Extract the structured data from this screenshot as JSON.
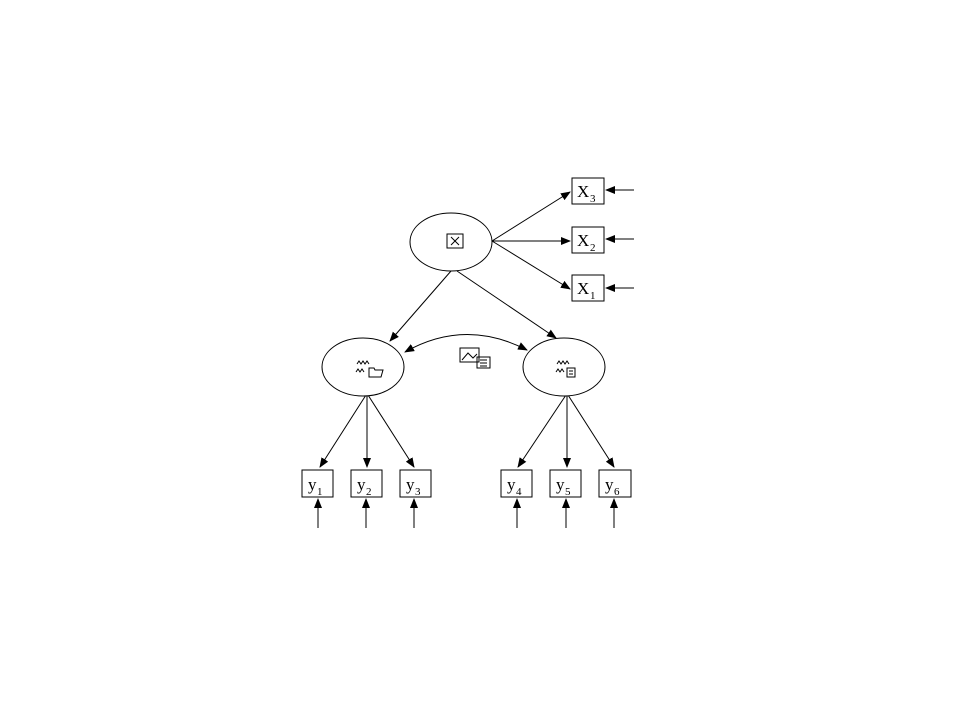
{
  "colors": {
    "stroke": "#000000",
    "background": "#ffffff"
  },
  "observed": {
    "x3": {
      "base": "X",
      "sub": "3"
    },
    "x2": {
      "base": "X",
      "sub": "2"
    },
    "x1": {
      "base": "X",
      "sub": "1"
    },
    "y1": {
      "base": "y",
      "sub": "1"
    },
    "y2": {
      "base": "y",
      "sub": "2"
    },
    "y3": {
      "base": "y",
      "sub": "3"
    },
    "y4": {
      "base": "y",
      "sub": "4"
    },
    "y5": {
      "base": "y",
      "sub": "5"
    },
    "y6": {
      "base": "y",
      "sub": "6"
    }
  },
  "latent": {
    "top": {
      "icon": "checkbox-x-icon"
    },
    "left": {
      "icon": "wave-folder-icon"
    },
    "right": {
      "icon": "wave-document-icon"
    }
  },
  "covariance_icon": "image-document-icon"
}
